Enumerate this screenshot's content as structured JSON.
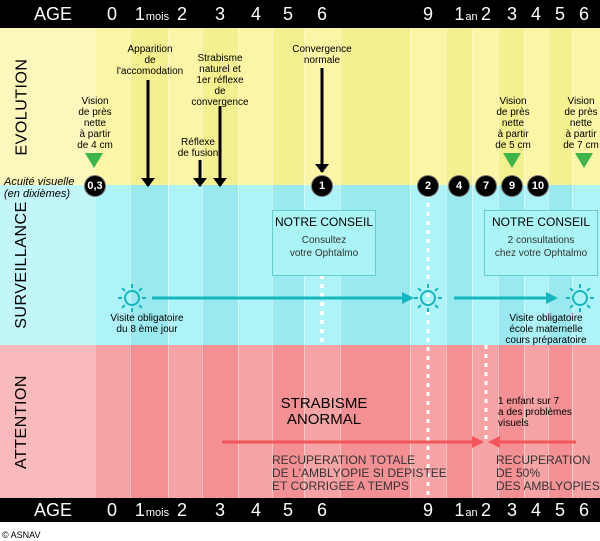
{
  "age_label": "AGE",
  "ticks": [
    {
      "text": "0",
      "unit": ""
    },
    {
      "text": "1",
      "unit": "mois"
    },
    {
      "text": "2",
      "unit": ""
    },
    {
      "text": "3",
      "unit": ""
    },
    {
      "text": "4",
      "unit": ""
    },
    {
      "text": "5",
      "unit": ""
    },
    {
      "text": "6",
      "unit": ""
    },
    {
      "text": "9",
      "unit": ""
    },
    {
      "text": "1",
      "unit": "an"
    },
    {
      "text": "2",
      "unit": ""
    },
    {
      "text": "3",
      "unit": ""
    },
    {
      "text": "4",
      "unit": ""
    },
    {
      "text": "5",
      "unit": ""
    },
    {
      "text": "6",
      "unit": ""
    }
  ],
  "sections": {
    "evolution": "EVOLUTION",
    "surveillance": "SURVEILLANCE",
    "attention": "ATTENTION"
  },
  "acuity_label": [
    "Acuité visuelle",
    "(en dixièmes)"
  ],
  "evolution": {
    "vision_4cm": [
      "Vision",
      "de près",
      "nette",
      "à partir",
      "de 4 cm"
    ],
    "accommodation": [
      "Apparition",
      "de",
      "l'accomodation"
    ],
    "fusion": [
      "Réflexe",
      "de fusion"
    ],
    "strabisme": [
      "Strabisme",
      "naturel et",
      "1er réflexe",
      "de",
      "convergence"
    ],
    "convergence": [
      "Convergence",
      "normale"
    ],
    "vision_5cm": [
      "Vision",
      "de près",
      "nette",
      "à partir",
      "de 5 cm"
    ],
    "vision_7cm": [
      "Vision",
      "de près",
      "nette",
      "à partir",
      "de 7 cm"
    ]
  },
  "acuity_values": [
    "0,3",
    "1",
    "2",
    "4",
    "7",
    "9",
    "10"
  ],
  "surveillance": {
    "conseil1": {
      "title": "NOTRE CONSEIL",
      "l1": "Consultez",
      "l2": "votre Ophtalmo"
    },
    "conseil2": {
      "title": "NOTRE CONSEIL",
      "l1": "2 consultations",
      "l2": "chez votre Ophtalmo"
    },
    "visit1": [
      "Visite obligatoire",
      "du 8 ème jour"
    ],
    "visit2": [
      "Visite obligatoire",
      "école maternelle",
      "cours préparatoire"
    ]
  },
  "attention": {
    "strabisme": [
      "STRABISME",
      "ANORMAL"
    ],
    "recup_totale": [
      "RECUPERATION TOTALE",
      "DE L'AMBLYOPIE SI DEPISTEE",
      "ET CORRIGEE A TEMPS"
    ],
    "enfant": [
      "1 enfant sur 7",
      "a des problèmes",
      "visuels"
    ],
    "recup_50": [
      "RECUPERATION",
      "DE 50%",
      "DES AMBLYOPIES"
    ]
  },
  "credit": "© ASNAV",
  "colors": {
    "evolution_bg": "#fbf5a5",
    "evolution_col": "#f5f08f",
    "surveillance_bg": "#aef3f7",
    "surveillance_col": "#9ae9ef",
    "attention_bg": "#f6a3a6",
    "attention_col": "#f29094",
    "teal": "#13b7bd",
    "red": "#f2555a"
  }
}
